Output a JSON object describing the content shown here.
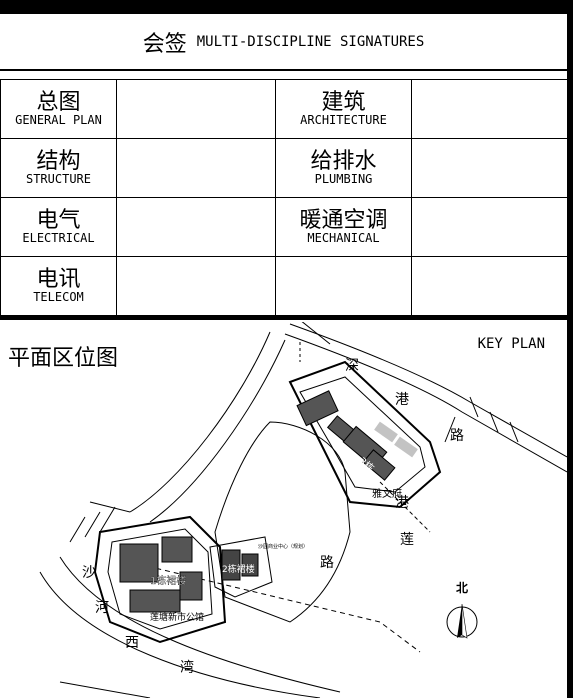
{
  "header": {
    "title_cn": "会签",
    "title_en": "MULTI-DISCIPLINE SIGNATURES"
  },
  "rows": [
    {
      "left_cn": "总图",
      "left_en": "GENERAL PLAN",
      "right_cn": "建筑",
      "right_en": "ARCHITECTURE"
    },
    {
      "left_cn": "结构",
      "left_en": "STRUCTURE",
      "right_cn": "给排水",
      "right_en": "PLUMBING"
    },
    {
      "left_cn": "电气",
      "left_en": "ELECTRICAL",
      "right_cn": "暖通空调",
      "right_en": "MECHANICAL"
    },
    {
      "left_cn": "电讯",
      "left_en": "TELECOM",
      "right_cn": "",
      "right_en": ""
    }
  ],
  "key_plan": {
    "title_cn": "平面区位图",
    "title_en": "KEY PLAN",
    "north_label": "北",
    "building_1": "1栋裙楼",
    "building_2": "2栋裙楼",
    "building_3": "3栋",
    "labels": {
      "plaza": "莲塘新市公馆",
      "mall": "沙园商业中心（规划）",
      "hall": "雅文府"
    },
    "road_chars": [
      "深",
      "港",
      "路",
      "沙",
      "河",
      "西",
      "湾",
      "路",
      "港",
      "莲"
    ]
  }
}
